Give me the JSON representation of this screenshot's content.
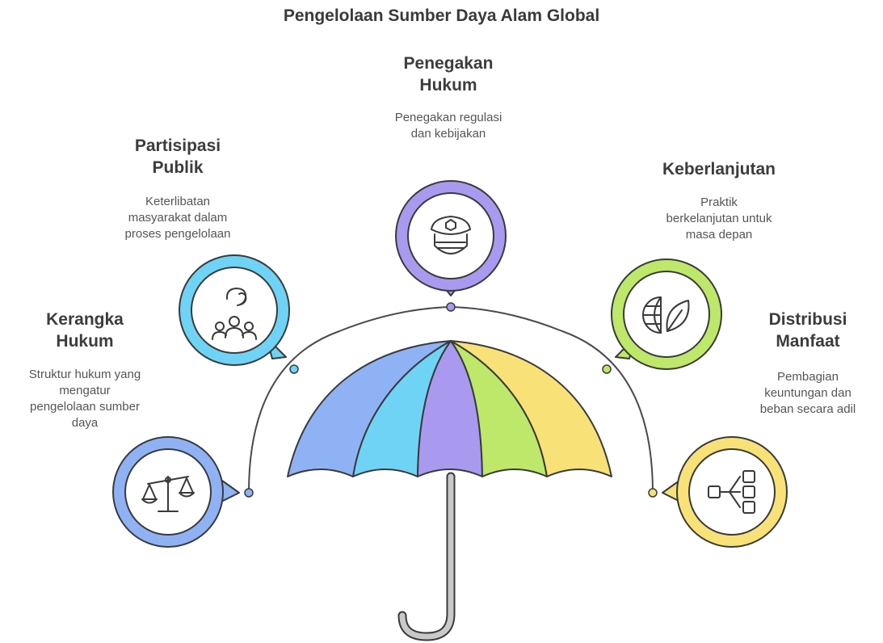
{
  "title": "Pengelolaan Sumber Daya Alam Global",
  "items": [
    {
      "id": "kerangka-hukum",
      "title_lines": [
        "Kerangka",
        "Hukum"
      ],
      "desc_lines": [
        "Struktur hukum yang",
        "mengatur",
        "pengelolaan sumber",
        "daya"
      ],
      "color": "#8fb2f5",
      "icon": "scales-icon"
    },
    {
      "id": "partisipasi-publik",
      "title_lines": [
        "Partisipasi",
        "Publik"
      ],
      "desc_lines": [
        "Keterlibatan",
        "masyarakat dalam",
        "proses pengelolaan"
      ],
      "color": "#6fd3f5",
      "icon": "community-icon"
    },
    {
      "id": "penegakan-hukum",
      "title_lines": [
        "Penegakan",
        "Hukum"
      ],
      "desc_lines": [
        "Penegakan regulasi",
        "dan kebijakan"
      ],
      "color": "#a99af0",
      "icon": "police-hat-icon"
    },
    {
      "id": "keberlanjutan",
      "title_lines": [
        "Keberlanjutan"
      ],
      "desc_lines": [
        "Praktik",
        "berkelanjutan untuk",
        "masa depan"
      ],
      "color": "#bde86a",
      "icon": "globe-leaf-icon"
    },
    {
      "id": "distribusi-manfaat",
      "title_lines": [
        "Distribusi",
        "Manfaat"
      ],
      "desc_lines": [
        "Pembagian",
        "keuntungan dan",
        "beban secara adil"
      ],
      "color": "#f8e277",
      "icon": "distribution-icon"
    }
  ]
}
